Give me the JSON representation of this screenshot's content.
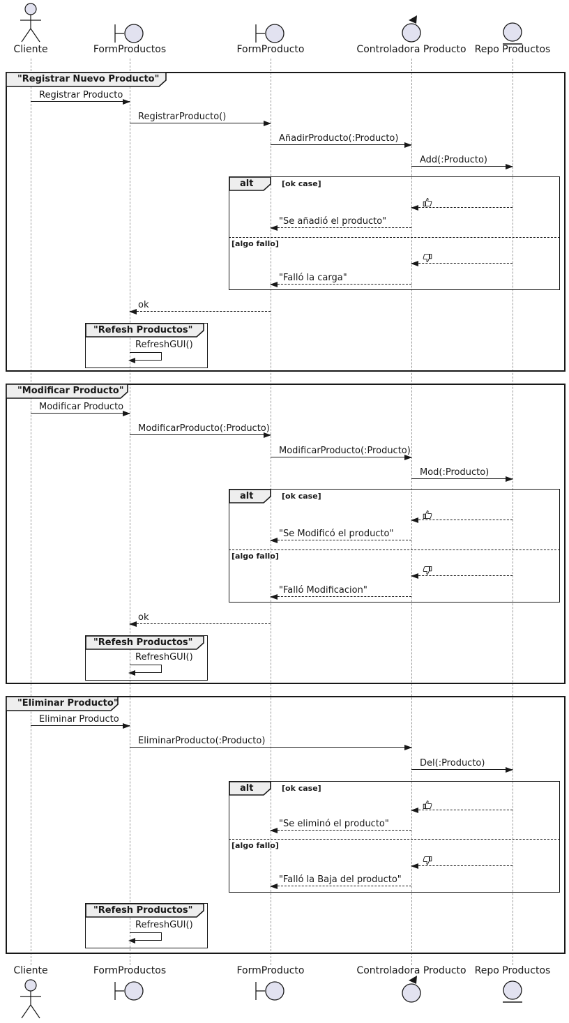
{
  "colors": {
    "line": "#181818",
    "participant_fill": "#E2E2F0",
    "frame_label_bg": "#EEEEEE",
    "lifeline": "#999999"
  },
  "participants": [
    {
      "label": "Cliente",
      "type": "actor"
    },
    {
      "label": "FormProductos",
      "type": "boundary"
    },
    {
      "label": "FormProducto",
      "type": "boundary"
    },
    {
      "label": "Controladora Producto",
      "type": "control"
    },
    {
      "label": "Repo Productos",
      "type": "entity"
    }
  ],
  "frames": [
    {
      "title": "\"Registrar Nuevo Producto\"",
      "alt": {
        "operator": "alt",
        "guard_ok": "[ok case]",
        "guard_fail": "[algo fallo]",
        "ok_icon": "thumbs-up-icon",
        "fail_icon": "thumbs-down-icon"
      },
      "messages": {
        "m1": "Registrar Producto",
        "m2": "RegistrarProducto()",
        "m3": "AñadirProducto(:Producto)",
        "m4": "Add(:Producto)",
        "ok_reply": "\"Se añadió el producto\"",
        "fail_reply": "\"Falló la carga\"",
        "return_ok": "ok"
      },
      "refresh": {
        "title": "\"Refesh Productos\"",
        "message": "RefreshGUI()"
      }
    },
    {
      "title": "\"Modificar Producto\"",
      "alt": {
        "operator": "alt",
        "guard_ok": "[ok case]",
        "guard_fail": "[algo fallo]",
        "ok_icon": "thumbs-up-icon",
        "fail_icon": "thumbs-down-icon"
      },
      "messages": {
        "m1": "Modificar Producto",
        "m2": "ModificarProducto(:Producto)",
        "m3": "ModificarProducto(:Producto)",
        "m4": "Mod(:Producto)",
        "ok_reply": "\"Se Modificó el producto\"",
        "fail_reply": "\"Falló Modificacion\"",
        "return_ok": "ok"
      },
      "refresh": {
        "title": "\"Refesh Productos\"",
        "message": "RefreshGUI()"
      }
    },
    {
      "title": "\"Eliminar Producto\"",
      "alt": {
        "operator": "alt",
        "guard_ok": "[ok case]",
        "guard_fail": "[algo fallo]",
        "ok_icon": "thumbs-up-icon",
        "fail_icon": "thumbs-down-icon"
      },
      "messages": {
        "m1": "Eliminar Producto",
        "m2": "EliminarProducto(:Producto)",
        "m3": "Del(:Producto)",
        "ok_reply": "\"Se eliminó el producto\"",
        "fail_reply": "\"Falló la Baja del producto\""
      },
      "refresh": {
        "title": "\"Refesh Productos\"",
        "message": "RefreshGUI()"
      }
    }
  ]
}
